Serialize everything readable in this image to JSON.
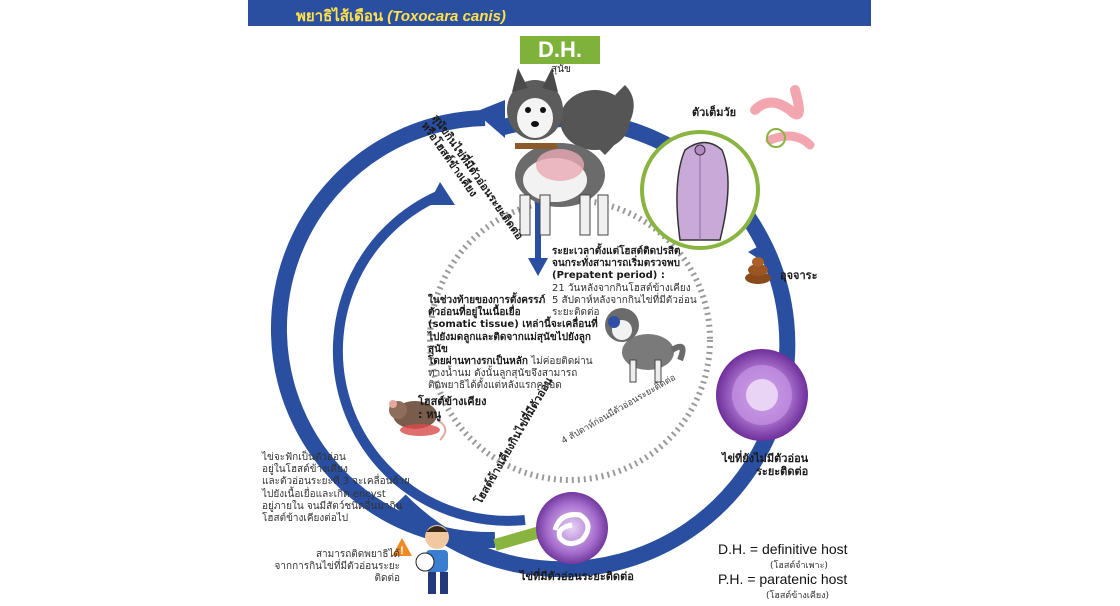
{
  "header": {
    "title_thai": "พยาธิไส้เดือน",
    "title_latin": "(Toxocara canis)",
    "bg_color": "#2a4fa0",
    "text_color": "#ffe14a"
  },
  "dh_badge": {
    "label": "D.H.",
    "caption": "สุนัข",
    "color": "#7fb23b"
  },
  "labels": {
    "adult_worm": "ตัวเต็มวัย",
    "feces": "อุจจาระ",
    "egg_uninfective": [
      "ไข่ที่ยังไม่มีตัวอ่อน",
      "ระยะติดต่อ"
    ],
    "egg_infective": "ไข่ที่มีตัวอ่อนระยะติดต่อ",
    "four_weeks": "4 สัปดาห์ก่อนมีตัวอ่อนระยะติดต่อ",
    "paratenic_host": [
      "โฮสต์ข้างเคียง",
      ": หนู"
    ],
    "dog_eats_infective": [
      "สุนัขกินไข่ที่มีตัวอ่อนระยะติดต่อ",
      "หรือโฮสต์ข้างเคียง"
    ],
    "paratenic_eats": "โฮสต์ข้างเคียงกินไข่ที่มีตัวอ่อน"
  },
  "prepatent": {
    "heading": [
      "ระยะเวลาตั้งแต่โฮสต์ติดปรสิต",
      "จนกระทั่งสามารถเริ่มตรวจพบ",
      "(Prepatent period) :"
    ],
    "body": [
      "21 วันหลังจากกินโฮสต์ข้างเคียง",
      "5 สัปดาห์หลังจากกินไข่ที่มีตัวอ่อน",
      "ระยะติดต่อ"
    ]
  },
  "pregnancy": {
    "bold": [
      "ในช่วงท้ายของการตั้งครรภ์",
      "ตัวอ่อนที่อยู่ในเนื้อเยื่อ",
      "(somatic tissue) เหล่านี้จะเคลื่อนที่",
      "ไปยังมดลูกและติดจากแม่สุนัขไปยังลูกสุนัข",
      "โดยผ่านทางรกเป็นหลัก"
    ],
    "tail": "ไม่ค่อยติดผ่าน",
    "body": [
      "ทางน้ำนม ดังนั้นลูกสุนัขจึงสามารถ",
      "ติดพยาธิได้ตั้งแต่หลังแรกคลอด"
    ]
  },
  "egg_hatch": [
    "ไข่จะฟักเป็นตัวอ่อน",
    "อยู่ในโฮสต์ข้างเคียง",
    "และตัวอ่อนระยะที่ 3 จะเคลื่อนย้าย",
    "ไปยังเนื้อเยื่อและเกิด encyst",
    "อยู่ภายใน จนมีสัตว์ชนิดอื่นมากิน",
    "โฮสต์ข้างเคียงต่อไป"
  ],
  "human_note": [
    "สามารถติดพยาธิได้",
    "จากการกินไข่ที่มีตัวอ่อนระยะติดต่อ"
  ],
  "legend": [
    {
      "term": "D.H. = definitive host",
      "sub": "(โฮสต์จำเพาะ)"
    },
    {
      "term": "P.H. = paratenic host",
      "sub": "(โฮสต์ข้างเคียง)"
    }
  ],
  "colors": {
    "cycle_blue": "#2a4fa0",
    "accent_green": "#8ab440",
    "egg_purple": "#8a4fb5",
    "warning_orange": "#f08a24"
  }
}
